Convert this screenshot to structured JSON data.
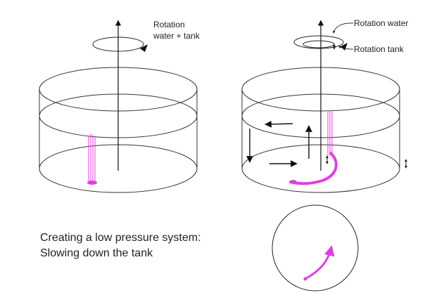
{
  "left_tank": {
    "rotation_label_line1": "Rotation",
    "rotation_label_line2": "water + tank"
  },
  "right_tank": {
    "rotation_water_label": "Rotation water",
    "rotation_tank_label": "Rotation tank"
  },
  "caption": {
    "line1": "Creating a low pressure system:",
    "line2": "Slowing down the tank"
  },
  "colors": {
    "outline": "#222222",
    "dye": "#e040e0",
    "background": "#ffffff"
  }
}
